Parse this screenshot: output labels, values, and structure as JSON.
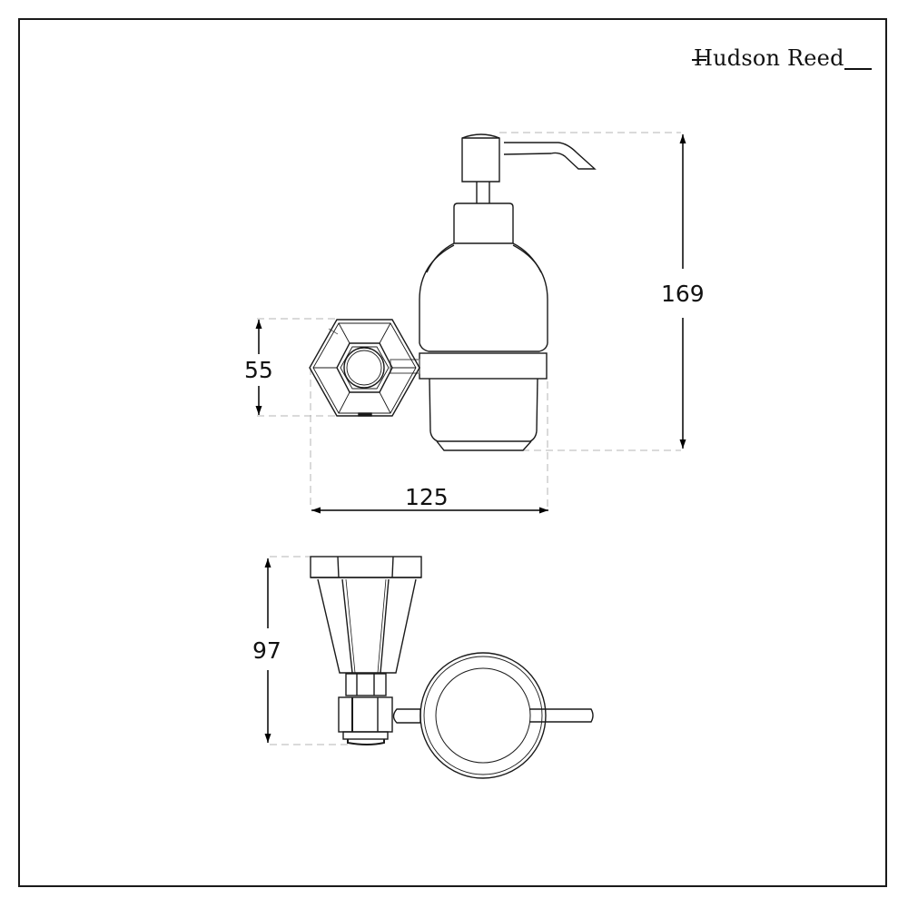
{
  "brand": {
    "logo_text": "Hudson Reed"
  },
  "drawing": {
    "title": "Soap dispenser with hexagonal wall mount - technical drawing",
    "views": [
      {
        "name": "front-elevation",
        "description": "Soap dispenser bottle with pump, mounted on hexagonal wall plate"
      },
      {
        "name": "plan-view",
        "description": "Top view showing conical wall mount and ring holder"
      }
    ],
    "dimensions": {
      "overall_height": "169",
      "mount_height": "55",
      "overall_depth": "125",
      "plan_height": "97"
    },
    "units": "mm",
    "colors": {
      "line": "#1a1a1a",
      "dim_line": "#000000",
      "extension_line": "#b0b0b0",
      "background": "#ffffff"
    }
  }
}
